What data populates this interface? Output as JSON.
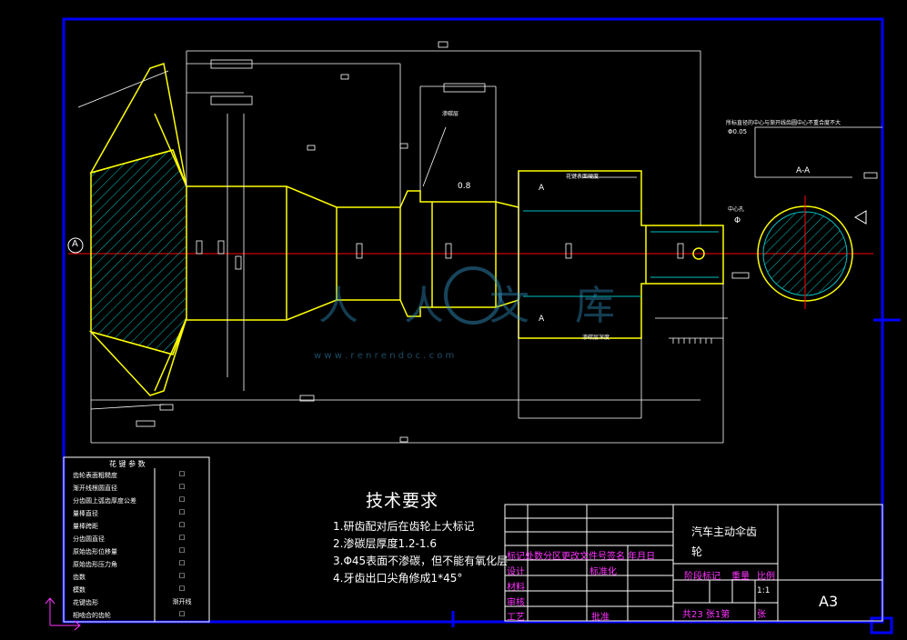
{
  "tech_requirements": {
    "title": "技术要求",
    "items": [
      "1.研齿配对后在齿轮上大标记",
      "2.渗碳层厚度1.2-1.6",
      "3.Φ45表面不渗碳，但不能有氧化层",
      "4.牙齿出口尖角修成1*45°"
    ]
  },
  "gear_params": {
    "title": "花 键 参 数",
    "rows": [
      {
        "label": "齿轮表面粗糙度",
        "value": "□"
      },
      {
        "label": "渐开线根圆直径",
        "value": "□"
      },
      {
        "label": "分齿圆上弧齿厚度公差",
        "value": "□"
      },
      {
        "label": "量棒直径",
        "value": "□"
      },
      {
        "label": "量棒跨距",
        "value": "□"
      },
      {
        "label": "分齿圆直径",
        "value": "□"
      },
      {
        "label": "原始齿形位移量",
        "value": "□"
      },
      {
        "label": "原始齿形压力角",
        "value": "□"
      },
      {
        "label": "齿数",
        "value": "□"
      },
      {
        "label": "模数",
        "value": "□"
      },
      {
        "label": "花键齿形",
        "value": "渐开线"
      },
      {
        "label": "相啮合的齿轮",
        "value": "□"
      }
    ]
  },
  "title_block": {
    "part_name_1": "汽车主动伞齿",
    "part_name_2": "轮",
    "header_row": "标记处数分区更改文件号签名 年月日",
    "design": "设计",
    "standardize": "标准化",
    "stage_mark": "阶段标记",
    "weight": "重量",
    "scale": "比例",
    "material": "材料",
    "scale_value": "1:1",
    "review": "审核",
    "process": "工艺",
    "approve": "批准",
    "sheets": "共23 张1第",
    "sheet_unit": "张",
    "paper_size": "A3"
  },
  "annotations": {
    "section_label": "A-A",
    "section_a_top": "A",
    "section_a_bottom": "A",
    "datum_a": "A",
    "roughness_value": "0.8",
    "concentric_note": "所标直径的中心与渐开线齿圆中心不重合度不大",
    "tolerance": "Φ0.05",
    "center_hole": "中心孔",
    "spline_note": "花键表面硬度",
    "carburize_note": "渗碳层",
    "carburize_range": "渗碳层深度",
    "label_a_tail": "Φ",
    "watermark_url": "w w w . r e n r e n d o c . c o m",
    "watermark_text": "人人文库"
  },
  "colors": {
    "border": "#0000ff",
    "outline": "#ffff00",
    "centerline": "#ff0000",
    "hatch": "#00c0c0",
    "dim": "#ffffff",
    "magenta": "#ff33ff"
  }
}
